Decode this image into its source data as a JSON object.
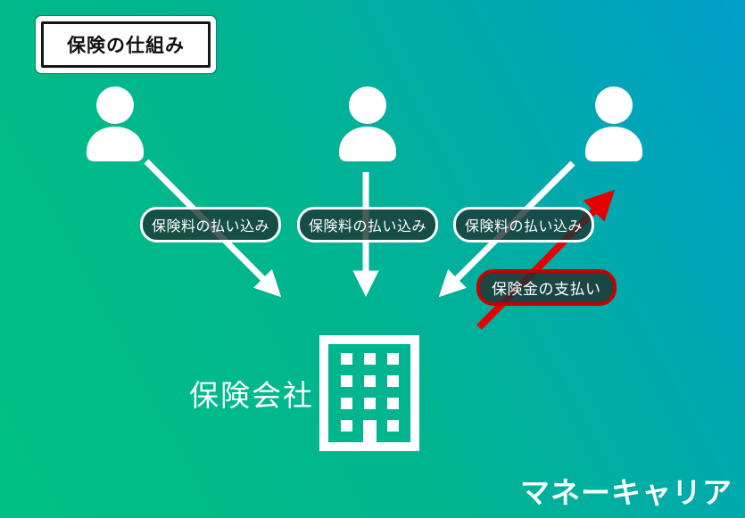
{
  "title": {
    "label": "保険の仕組み"
  },
  "people": {
    "count": 3,
    "icon": "person-icon"
  },
  "flows": {
    "premium_labels": [
      "保険料の払い込み",
      "保険料の払い込み",
      "保険料の払い込み"
    ],
    "payout_label": "保険金の支払い"
  },
  "company": {
    "label": "保険会社",
    "icon": "building-icon"
  },
  "logo": {
    "label": "マネーキャリア"
  },
  "colors": {
    "background_gradient_start": "#00c182",
    "background_gradient_end": "#009fc9",
    "arrow_white": "#ffffff",
    "arrow_red": "#e60000",
    "pill_border_white": "#ffffff",
    "pill_border_red": "#c40000",
    "pill_background": "rgba(28,52,50,0.8)",
    "title_text": "#111111",
    "title_background": "#ffffff"
  }
}
